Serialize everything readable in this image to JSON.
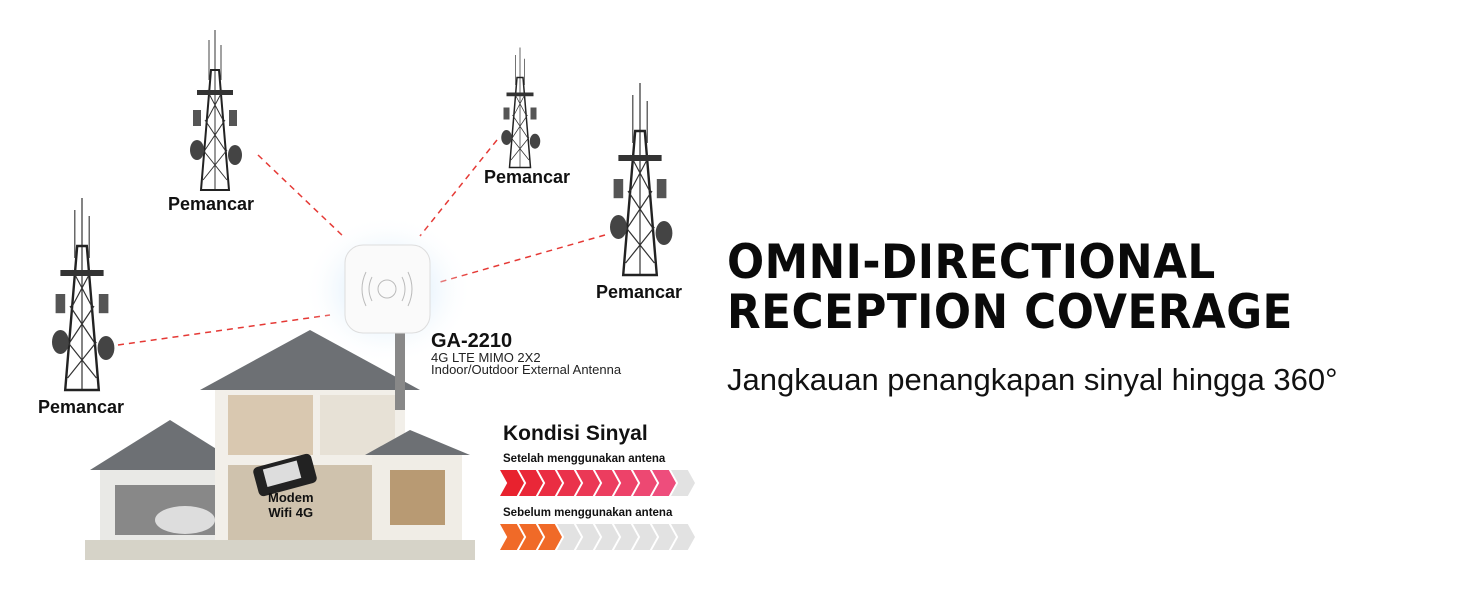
{
  "towers": [
    {
      "label": "Pemancar"
    },
    {
      "label": "Pemancar"
    },
    {
      "label": "Pemancar"
    },
    {
      "label": "Pemancar"
    }
  ],
  "product": {
    "model": "GA-2210",
    "spec_line1": "4G LTE MIMO 2X2",
    "spec_line2": "Indoor/Outdoor External Antenna"
  },
  "modem_label": {
    "line1": "Modem",
    "line2": "Wifi 4G"
  },
  "signal": {
    "title": "Kondisi Sinyal",
    "after": {
      "label": "Setelah menggunakan antena",
      "filled": 9,
      "total": 10
    },
    "before": {
      "label": "Sebelum menggunakan antena",
      "filled": 3,
      "total": 10
    }
  },
  "headline": {
    "line1": "OMNI-DIRECTIONAL",
    "line2": "RECEPTION COVERAGE",
    "subtitle": "Jangkauan penangkapan sinyal hingga 360°"
  },
  "colors": {
    "after_start": "#e8222e",
    "after_end": "#ee4d7c",
    "before": "#f06a28",
    "empty": "#e2e2e2",
    "link": "#e53935"
  }
}
